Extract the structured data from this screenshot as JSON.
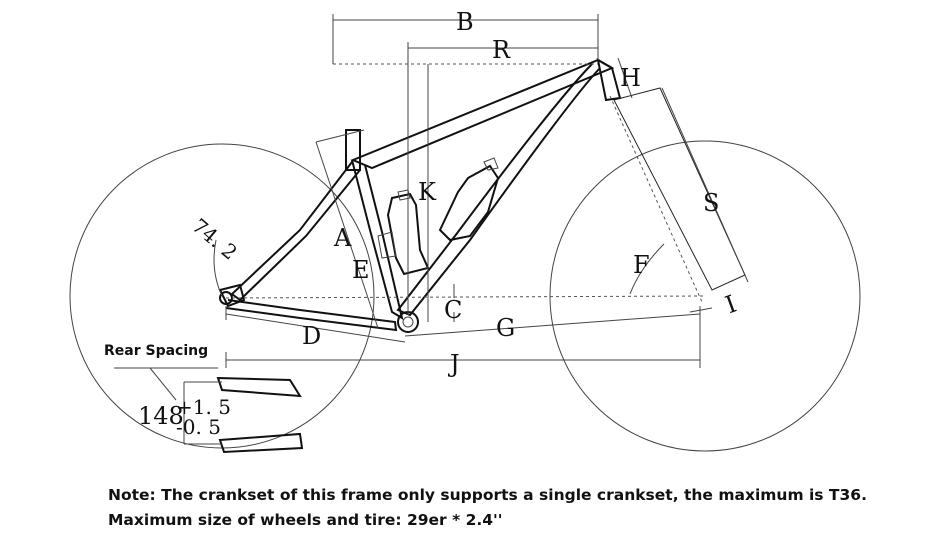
{
  "dimensions": {
    "B": "B",
    "R": "R",
    "H": "H",
    "K": "K",
    "S": "S",
    "A": "A",
    "E": "E",
    "F": "F",
    "C": "C",
    "I": "I",
    "D": "D",
    "G": "G",
    "J": "J"
  },
  "angle": "74. 2",
  "rear_spacing": {
    "label": "Rear Spacing",
    "value": "148",
    "plus": "+1. 5",
    "minus": "-0. 5"
  },
  "notes": [
    "Note: The crankset of this frame only supports a single crankset, the maximum is T36.",
    "Maximum size of wheels and tire: 29er * 2.4''"
  ]
}
